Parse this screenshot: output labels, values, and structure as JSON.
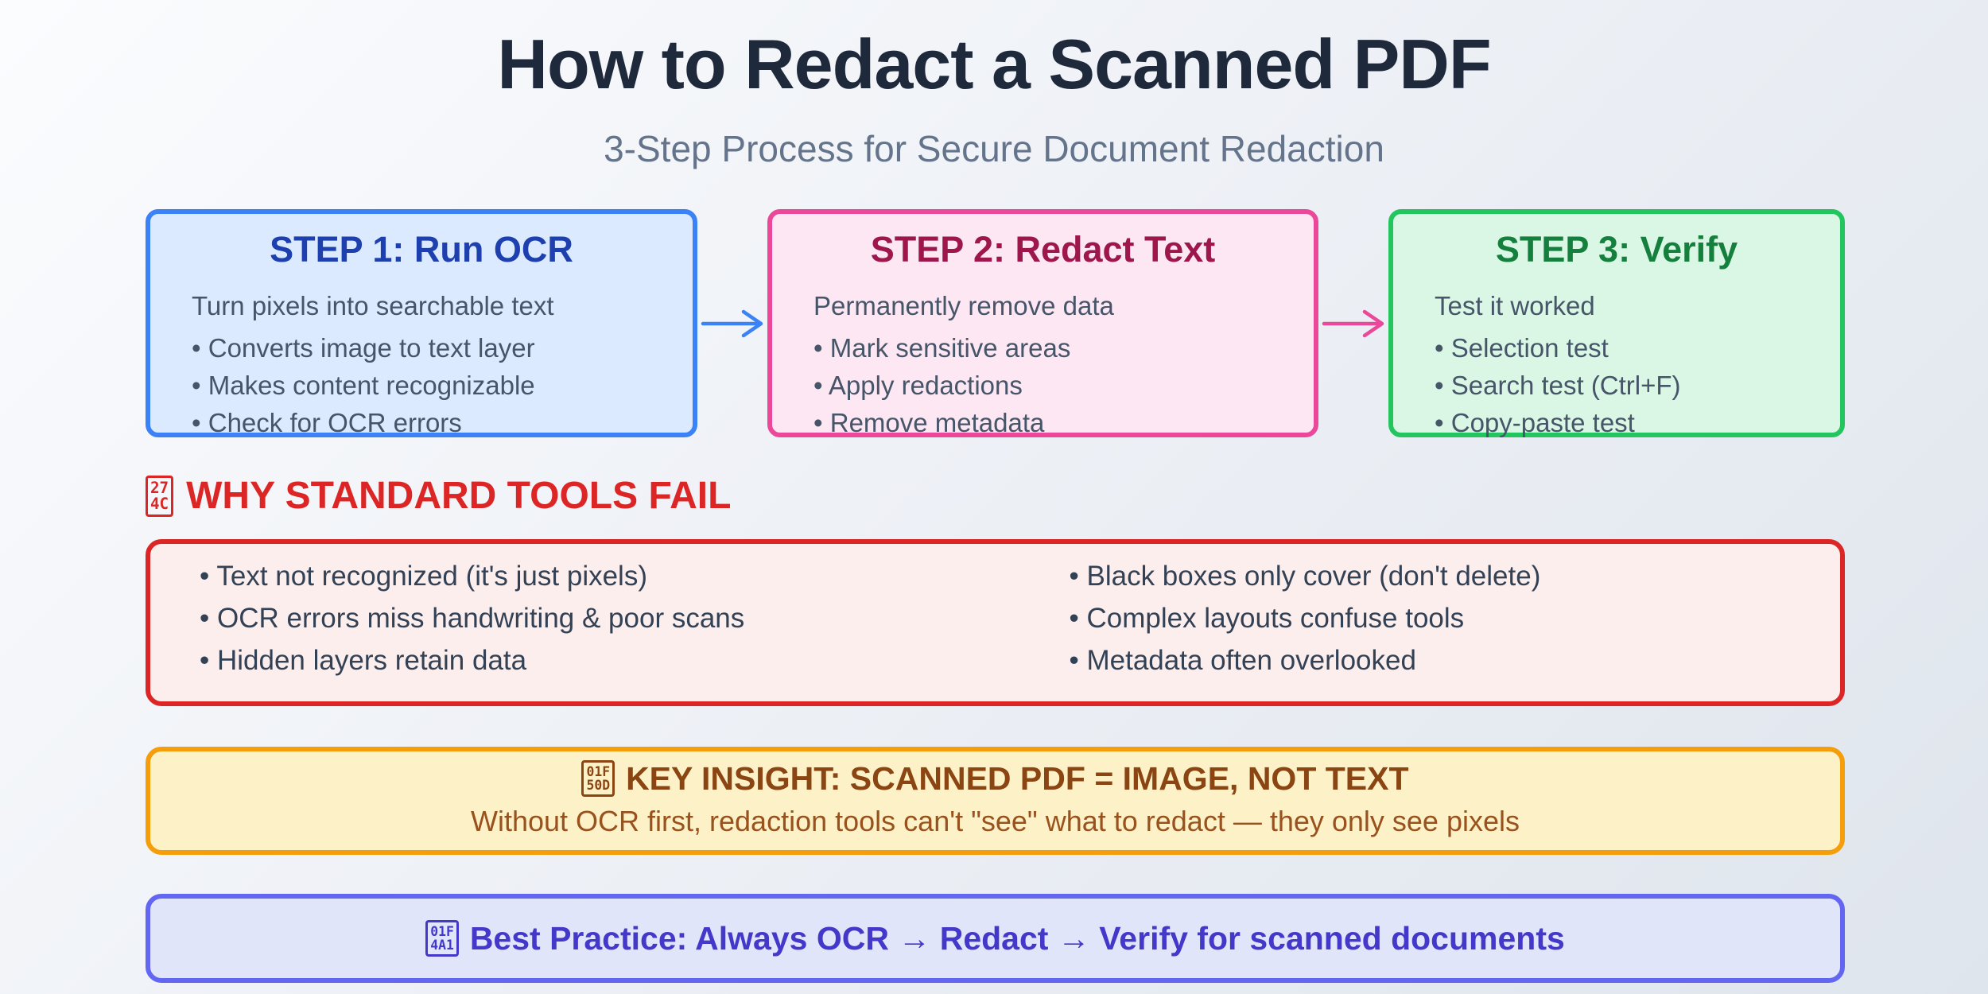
{
  "page": {
    "title": "How to Redact a Scanned PDF",
    "subtitle": "3-Step Process for Secure Document Redaction",
    "title_color": "#1e293b",
    "subtitle_color": "#64748b",
    "background_top": "#fbfcfe",
    "background_bottom": "#dfe5ed"
  },
  "steps": [
    {
      "title": "STEP 1: Run OCR",
      "desc": "Turn pixels into searchable text",
      "bullets": [
        "Converts image to text layer",
        "Makes content recognizable",
        "Check for OCR errors"
      ],
      "accent": "#3b82f6",
      "fill": "#dbeafe",
      "title_color": "#1e40af"
    },
    {
      "title": "STEP 2: Redact Text",
      "desc": "Permanently remove data",
      "bullets": [
        "Mark sensitive areas",
        "Apply redactions",
        "Remove metadata"
      ],
      "accent": "#ec4899",
      "fill": "#fce7f3",
      "title_color": "#9d174d"
    },
    {
      "title": "STEP 3: Verify",
      "desc": "Test it worked",
      "bullets": [
        "Selection test",
        "Search test (Ctrl+F)",
        "Copy-paste test"
      ],
      "accent": "#22c55e",
      "fill": "#d9f7e4",
      "title_color": "#15803d"
    }
  ],
  "arrows": [
    {
      "name": "arrow-step1-to-step2",
      "color": "#3b82f6"
    },
    {
      "name": "arrow-step2-to-step3",
      "color": "#ec4899"
    }
  ],
  "fail": {
    "icon": {
      "name": "cross-mark",
      "hex_top": "27",
      "hex_bottom": "4C"
    },
    "heading": "WHY STANDARD TOOLS FAIL",
    "heading_color": "#dc2626",
    "accent": "#dc2626",
    "fill": "#fdeeee",
    "text_color": "#334155",
    "left_bullets": [
      "Text not recognized (it's just pixels)",
      "OCR errors miss handwriting & poor scans",
      "Hidden layers retain data"
    ],
    "right_bullets": [
      "Black boxes only cover (don't delete)",
      "Complex layouts confuse tools",
      "Metadata often overlooked"
    ]
  },
  "insight": {
    "icon": {
      "name": "magnifying-glass",
      "hex_top": "01F",
      "hex_bottom": "50D"
    },
    "title": "KEY INSIGHT: SCANNED PDF = IMAGE, NOT TEXT",
    "subtitle": "Without OCR first, redaction tools can't \"see\" what to redact — they only see pixels",
    "accent": "#f59e0b",
    "fill": "#fdf2c7",
    "title_color": "#8b4513",
    "subtitle_color": "#99511d"
  },
  "practice": {
    "icon": {
      "name": "light-bulb",
      "hex_top": "01F",
      "hex_bottom": "4A1"
    },
    "text": "Best Practice: Always OCR → Redact → Verify for scanned documents",
    "accent": "#6366f1",
    "fill": "#e0e5fa",
    "text_color": "#4338ca"
  }
}
